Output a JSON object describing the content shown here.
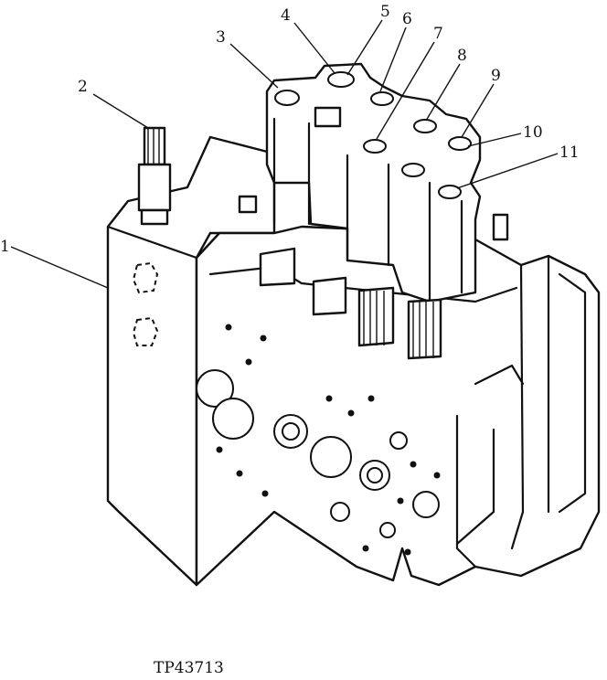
{
  "figure": {
    "caption": "TP43713",
    "callouts": [
      {
        "id": "1",
        "label": "1"
      },
      {
        "id": "2",
        "label": "2"
      },
      {
        "id": "3",
        "label": "3"
      },
      {
        "id": "4",
        "label": "4"
      },
      {
        "id": "5",
        "label": "5"
      },
      {
        "id": "6",
        "label": "6"
      },
      {
        "id": "7",
        "label": "7"
      },
      {
        "id": "8",
        "label": "8"
      },
      {
        "id": "9",
        "label": "9"
      },
      {
        "id": "10",
        "label": "10"
      },
      {
        "id": "11",
        "label": "11"
      }
    ]
  }
}
